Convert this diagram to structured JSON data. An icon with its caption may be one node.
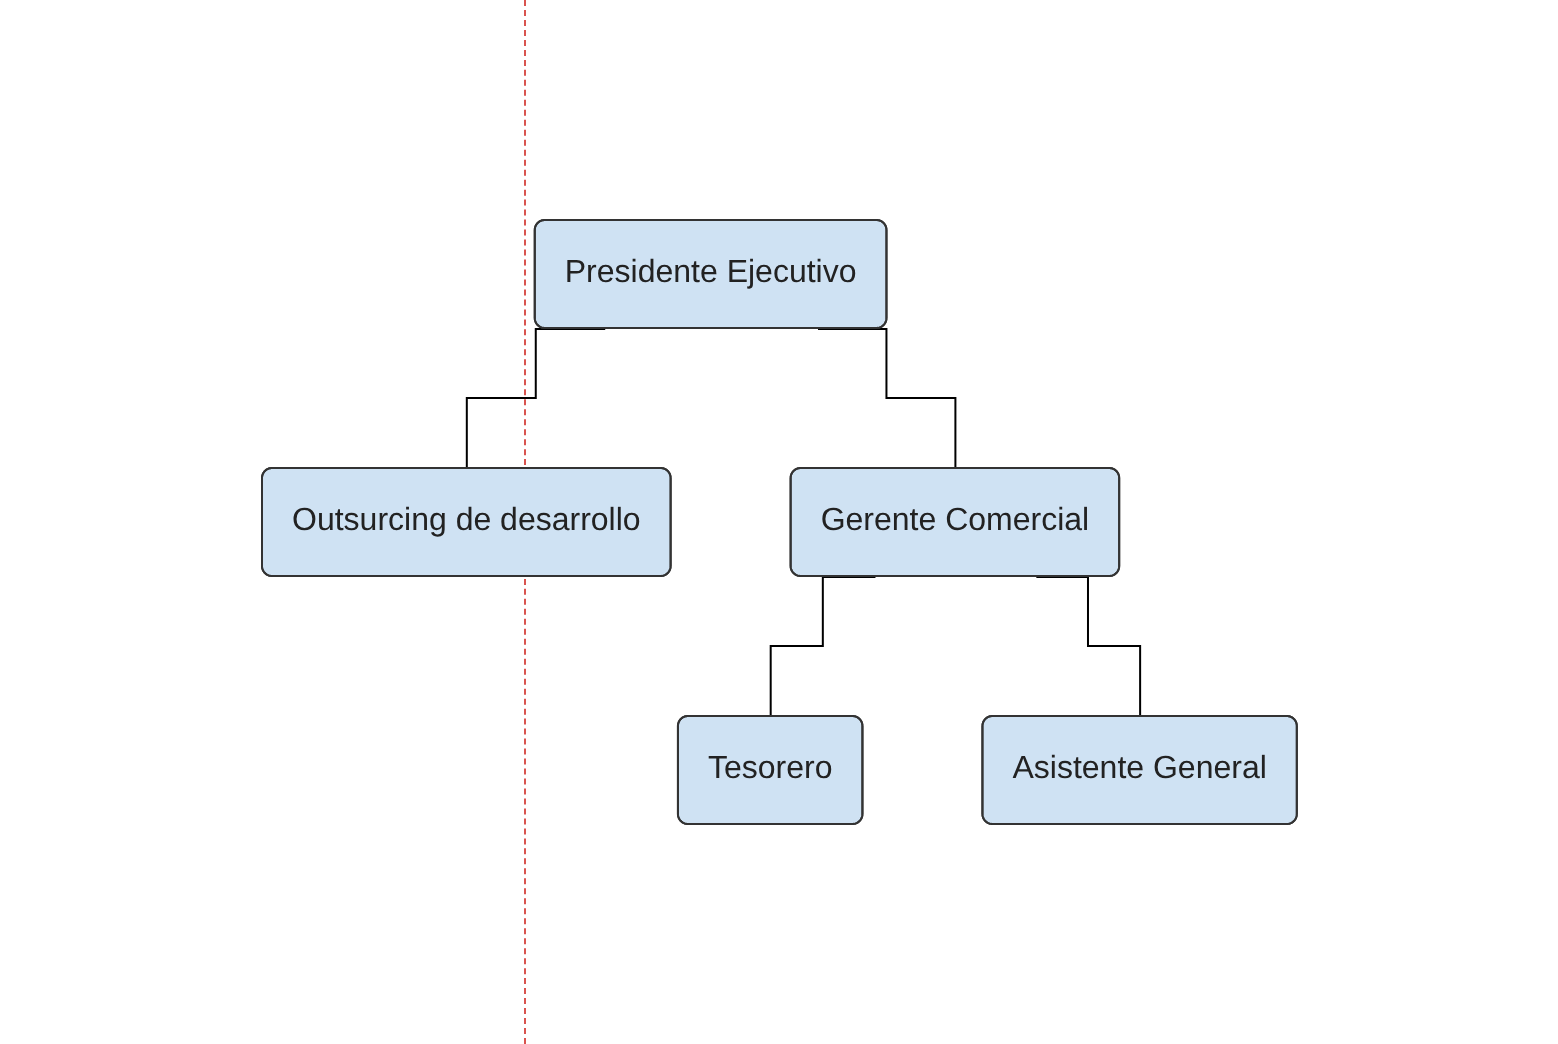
{
  "diagram": {
    "nodes": [
      {
        "text": [
          "Presidente Ejecutivo"
        ]
      },
      {
        "text": [
          "Outsurcing de desarrollo"
        ]
      },
      {
        "text": [
          "Gerente Comercial"
        ]
      },
      {
        "text": [
          "Tesorero"
        ]
      },
      {
        "text": [
          "Asistente General"
        ]
      }
    ],
    "edges": [
      {
        "from": 0,
        "to": 1,
        "arrow": "none"
      },
      {
        "from": 0,
        "to": 2,
        "arrow": "none"
      },
      {
        "from": 2,
        "to": 3,
        "arrow": "none"
      },
      {
        "from": 2,
        "to": 4,
        "arrow": "none"
      }
    ]
  }
}
